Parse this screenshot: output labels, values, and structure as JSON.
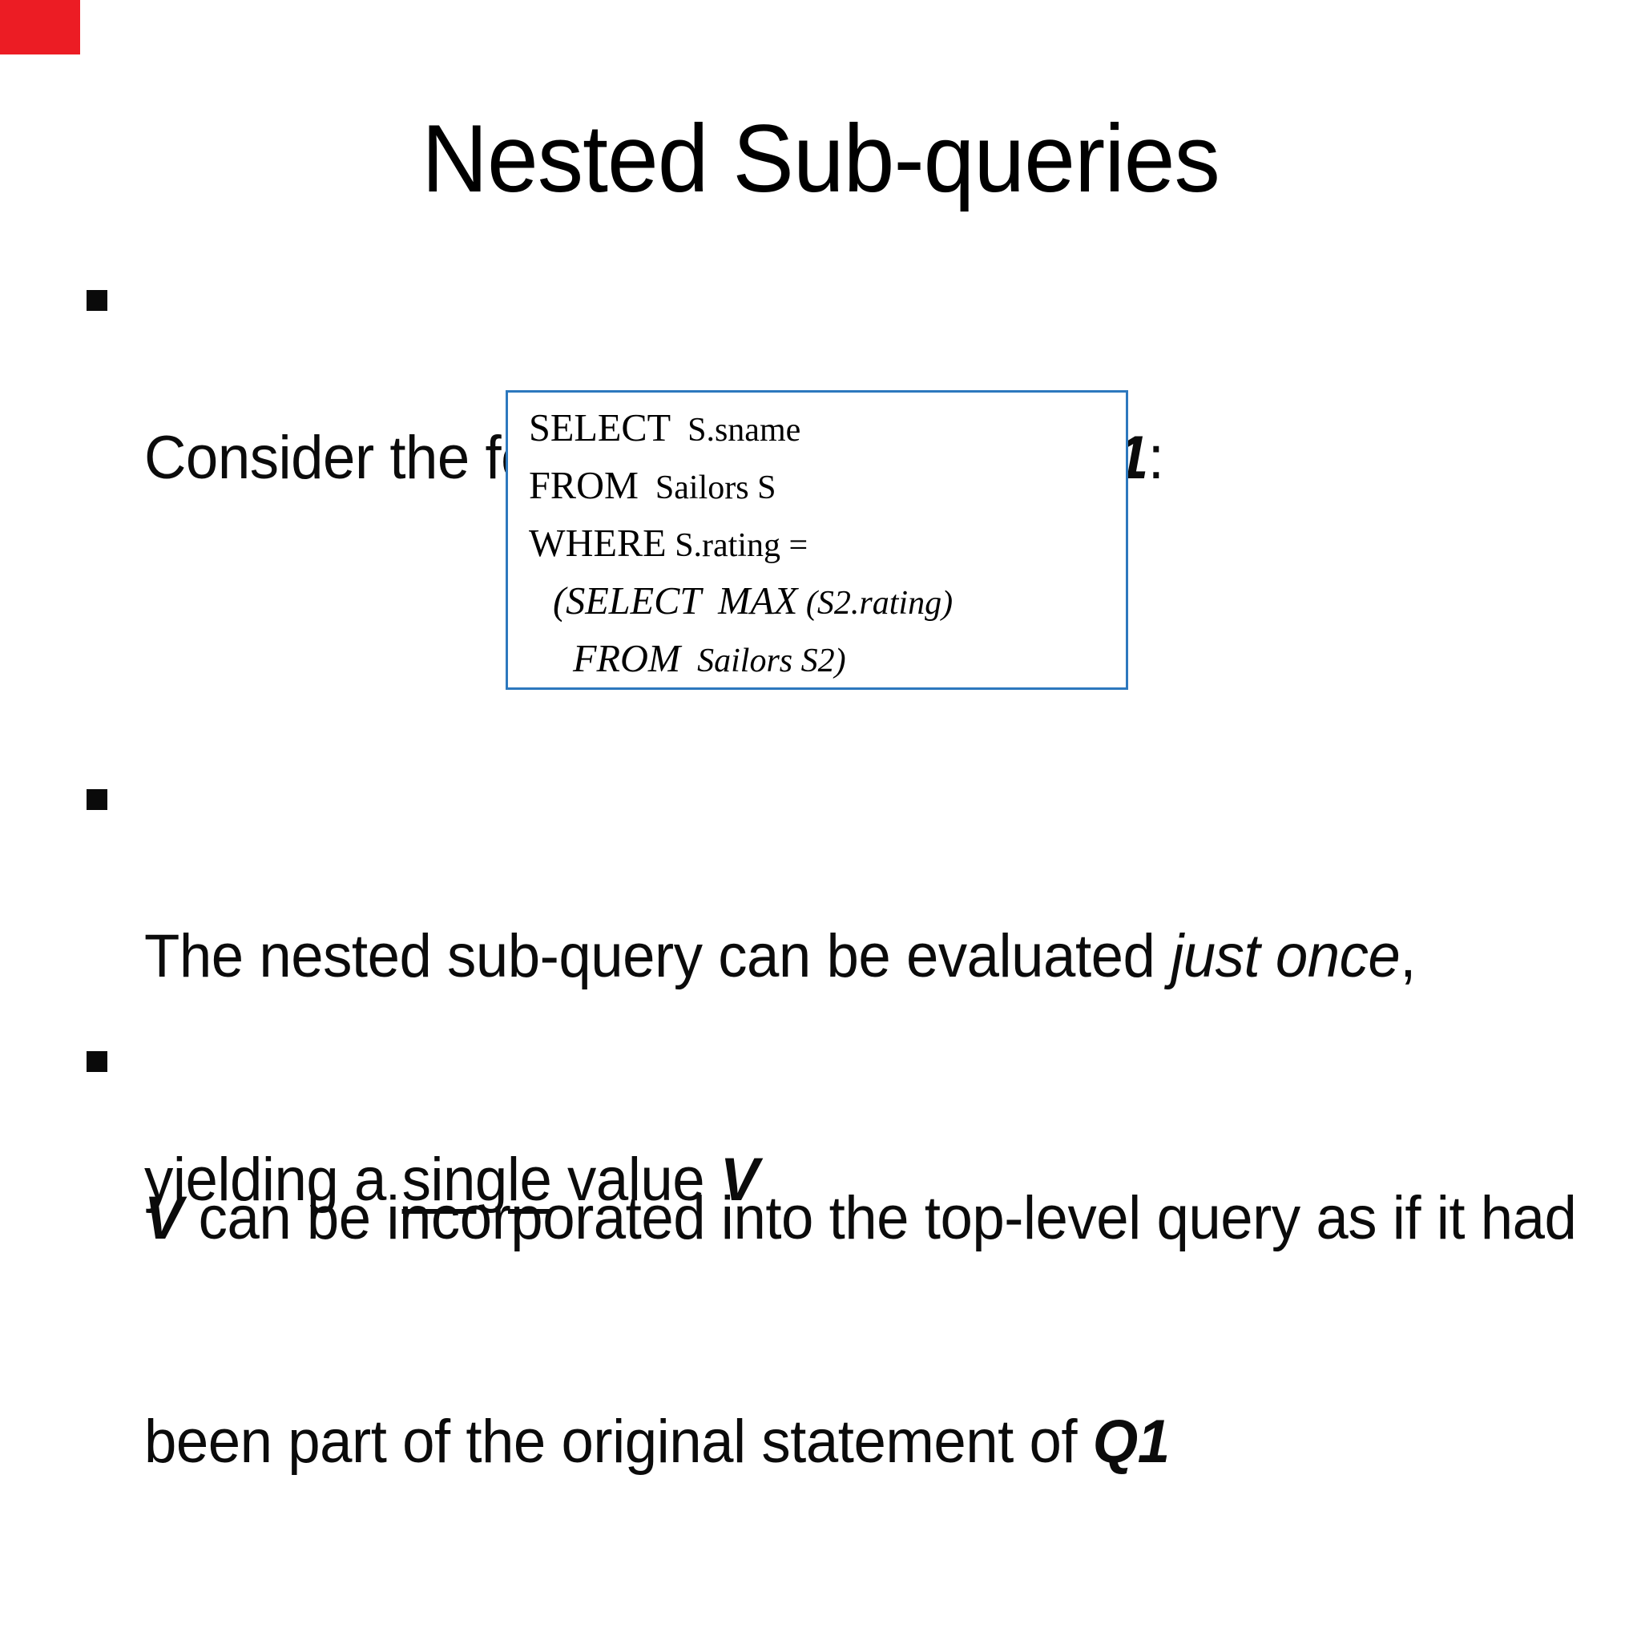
{
  "slide": {
    "title": "Nested Sub-queries",
    "colors": {
      "red_marker": "#EC1C24",
      "box_border": "#2D78BE",
      "text": "#0b0b0b"
    },
    "bullets": [
      {
        "lines": [
          [
            {
              "t": "Consider the following nested query "
            },
            {
              "t": "Q1",
              "s": "bi"
            },
            {
              "t": ":"
            }
          ]
        ]
      },
      {
        "lines": [
          [
            {
              "t": "The nested sub-query can be evaluated "
            },
            {
              "t": "just once",
              "s": "i"
            },
            {
              "t": ","
            }
          ],
          [
            {
              "t": "yielding a "
            },
            {
              "t": "single",
              "s": "u"
            },
            {
              "t": " value "
            },
            {
              "t": "V",
              "s": "bi"
            }
          ]
        ]
      },
      {
        "lines": [
          [
            {
              "t": "V",
              "s": "bi"
            },
            {
              "t": " can be incorporated into the top-level query as if it had"
            }
          ],
          [
            {
              "t": "been part of the original statement of "
            },
            {
              "t": "Q1",
              "s": "bi"
            }
          ]
        ]
      }
    ],
    "sql_box": {
      "lines": [
        [
          {
            "t": "SELECT",
            "s": "kw"
          },
          {
            "t": "  S.sname"
          }
        ],
        [
          {
            "t": "FROM",
            "s": "kw"
          },
          {
            "t": "  Sailors S"
          }
        ],
        [
          {
            "t": "WHERE",
            "s": "kw"
          },
          {
            "t": " S.rating ="
          }
        ],
        [
          {
            "t": "(SELECT",
            "s": "kw"
          },
          {
            "t": "  "
          },
          {
            "t": "MAX",
            "s": "kw"
          },
          {
            "t": " (S2.rating)"
          }
        ],
        [
          {
            "t": "FROM",
            "s": "kw"
          },
          {
            "t": "  Sailors S2)"
          }
        ]
      ]
    }
  }
}
